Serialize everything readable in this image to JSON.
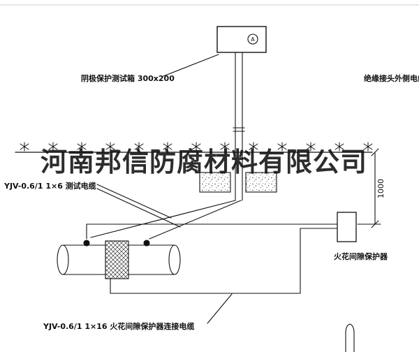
{
  "drawing": {
    "watermark": "河南邦信防腐材料有限公司",
    "watermark_color": "#2b2b2b",
    "labels": {
      "test_box": "阴极保护测试箱 300x200",
      "insulation_cable": "绝缘接头外侧电缆",
      "test_cable": "YJV-0.6/1 1×6 测试电缆",
      "spark_gap_protector": "火花间隙保护器",
      "connection_cable": "YJV-0.6/1 1×16 火花间隙保护器连接电缆"
    },
    "dimensions": {
      "burial_depth": "1000"
    },
    "symbols": {
      "meter_letter": "A"
    },
    "colors": {
      "line": "#111111",
      "background": "#ffffff"
    }
  }
}
